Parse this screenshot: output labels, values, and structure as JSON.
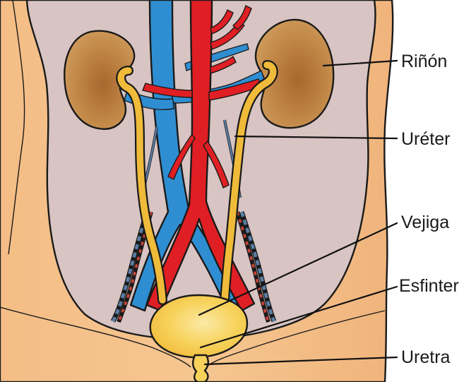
{
  "labels": {
    "kidney": "Riñón",
    "ureter": "Uréter",
    "bladder": "Vejiga",
    "sphincter": "Esfinter",
    "urethra": "Uretra"
  },
  "colors": {
    "skin": "#f2b57d",
    "skin_light": "#f7c999",
    "cavity": "#d8c4c2",
    "kidney": "#c08646",
    "kidney_dark": "#9b5f2a",
    "ureter": "#f0bb3a",
    "bladder": "#f7d25a",
    "vein": "#2f8ed2",
    "artery": "#e01f24",
    "outline": "#1a1a1a"
  }
}
